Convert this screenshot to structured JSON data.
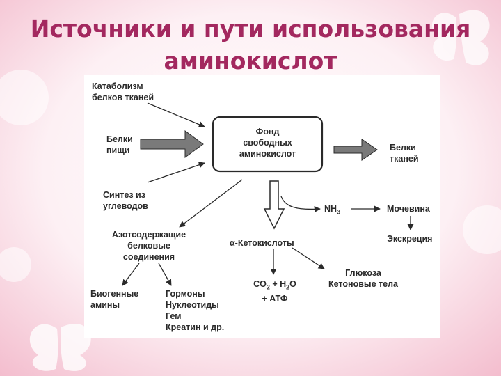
{
  "slide": {
    "title_line1": "Источники и пути использования",
    "title_line2": "аминокислот",
    "title_color": "#a3285f",
    "background_color": "#f7d3df"
  },
  "diagram": {
    "sources": {
      "catabolism": [
        "Катаболизм",
        "белков тканей"
      ],
      "food_proteins": [
        "Белки",
        "пищи"
      ],
      "synthesis": [
        "Синтез из",
        "углеводов"
      ]
    },
    "pool": [
      "Фонд",
      "свободных",
      "аминокислот"
    ],
    "tissue_proteins": [
      "Белки",
      "тканей"
    ],
    "nh3": {
      "base": "NH",
      "sub": "3"
    },
    "urea": "Мочевина",
    "excretion": "Экскреция",
    "nitrogen_compounds": [
      "Азотсодержащие",
      "белковые",
      "соединения"
    ],
    "keto_acids": "α-Кетокислоты",
    "co2_line": {
      "c": "CO",
      "c_sub": "2",
      "plus": " + H",
      "h_sub": "2",
      "o": "O"
    },
    "atp_line": "+ АТФ",
    "glucose": [
      "Глюкоза",
      "Кетоновые тела"
    ],
    "biogenic_amines": [
      "Биогенные",
      "амины"
    ],
    "hormones": [
      "Гормоны",
      "Нуклеотиды",
      "Гем",
      "Креатин и др."
    ]
  }
}
